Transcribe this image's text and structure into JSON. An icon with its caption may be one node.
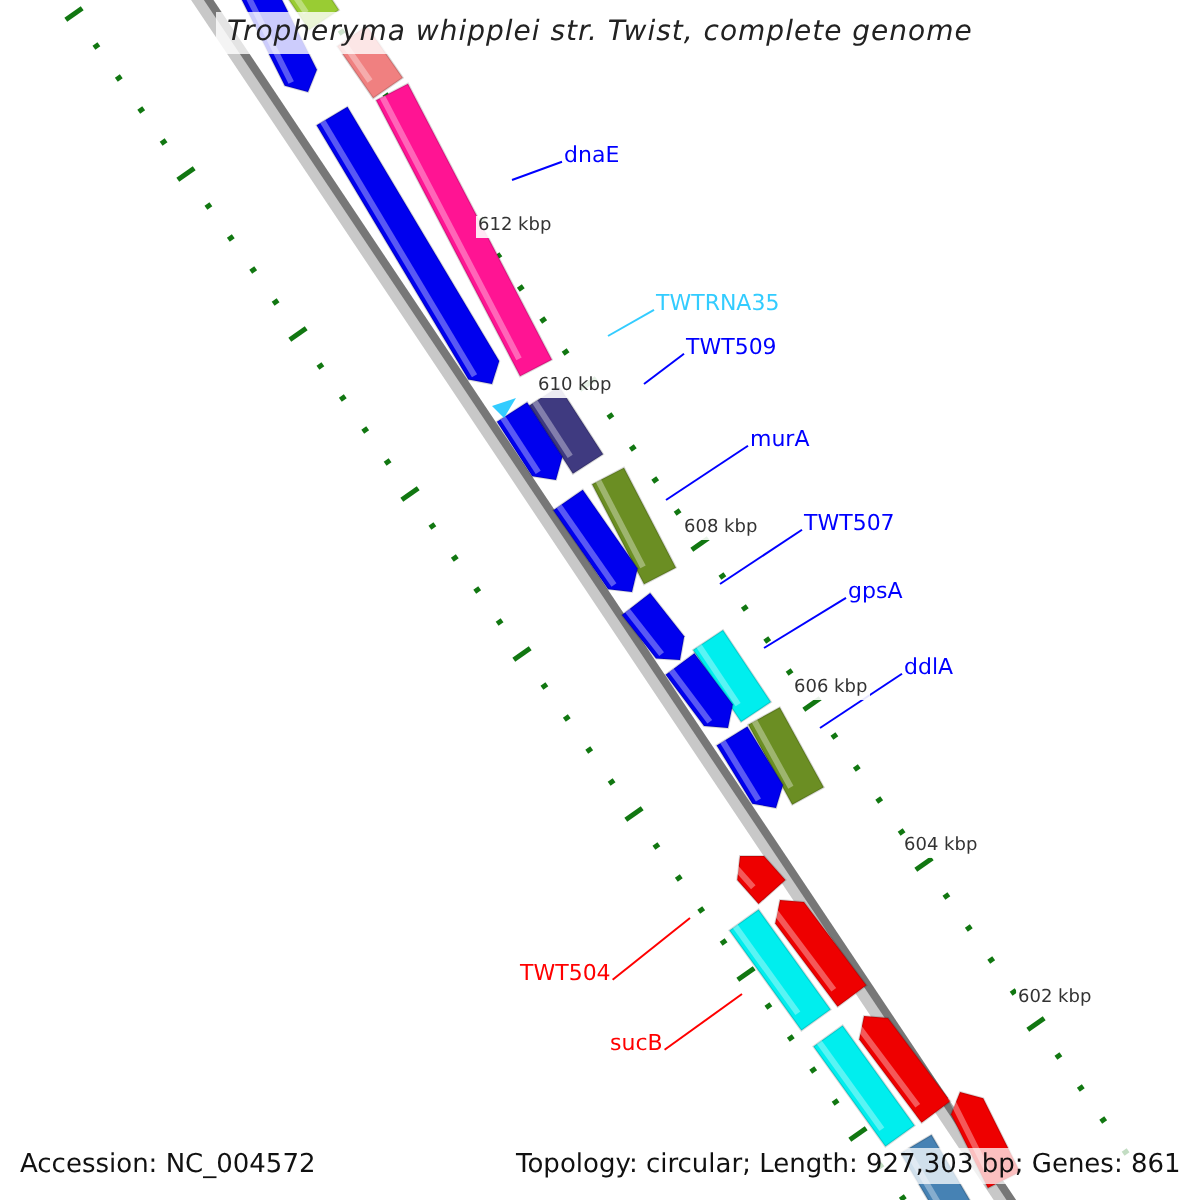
{
  "diagram": {
    "title": "Tropheryma whipplei str. Twist, complete genome",
    "nodes": [
      {
        "text": [
          "dnaE"
        ]
      },
      {
        "text": [
          "TWTRNA35"
        ]
      },
      {
        "text": [
          "TWT509"
        ]
      },
      {
        "text": [
          "murA"
        ]
      },
      {
        "text": [
          "TWT507"
        ]
      },
      {
        "text": [
          "gpsA"
        ]
      },
      {
        "text": [
          "ddlA"
        ]
      },
      {
        "text": [
          "TWT504"
        ]
      },
      {
        "text": [
          "sucB"
        ]
      }
    ],
    "edges": [
      {
        "from": 0,
        "to": null,
        "arrow": "none"
      },
      {
        "from": 1,
        "to": null,
        "arrow": "none",
        "color": "#33ccff"
      },
      {
        "from": 2,
        "to": null,
        "arrow": "none"
      },
      {
        "from": 3,
        "to": null,
        "arrow": "none"
      },
      {
        "from": 4,
        "to": null,
        "arrow": "none"
      },
      {
        "from": 5,
        "to": null,
        "arrow": "none"
      },
      {
        "from": 6,
        "to": null,
        "arrow": "none"
      },
      {
        "from": 7,
        "to": null,
        "arrow": "none",
        "color": "#ff0000"
      },
      {
        "from": 8,
        "to": null,
        "arrow": "none",
        "color": "#ff0000"
      }
    ],
    "labels": [
      "612 kbp",
      "610 kbp",
      "608 kbp",
      "606 kbp",
      "604 kbp",
      "602 kbp",
      "Accession: NC_004572",
      "Topology: circular; Length: 927,303 bp; Genes: 861"
    ]
  }
}
